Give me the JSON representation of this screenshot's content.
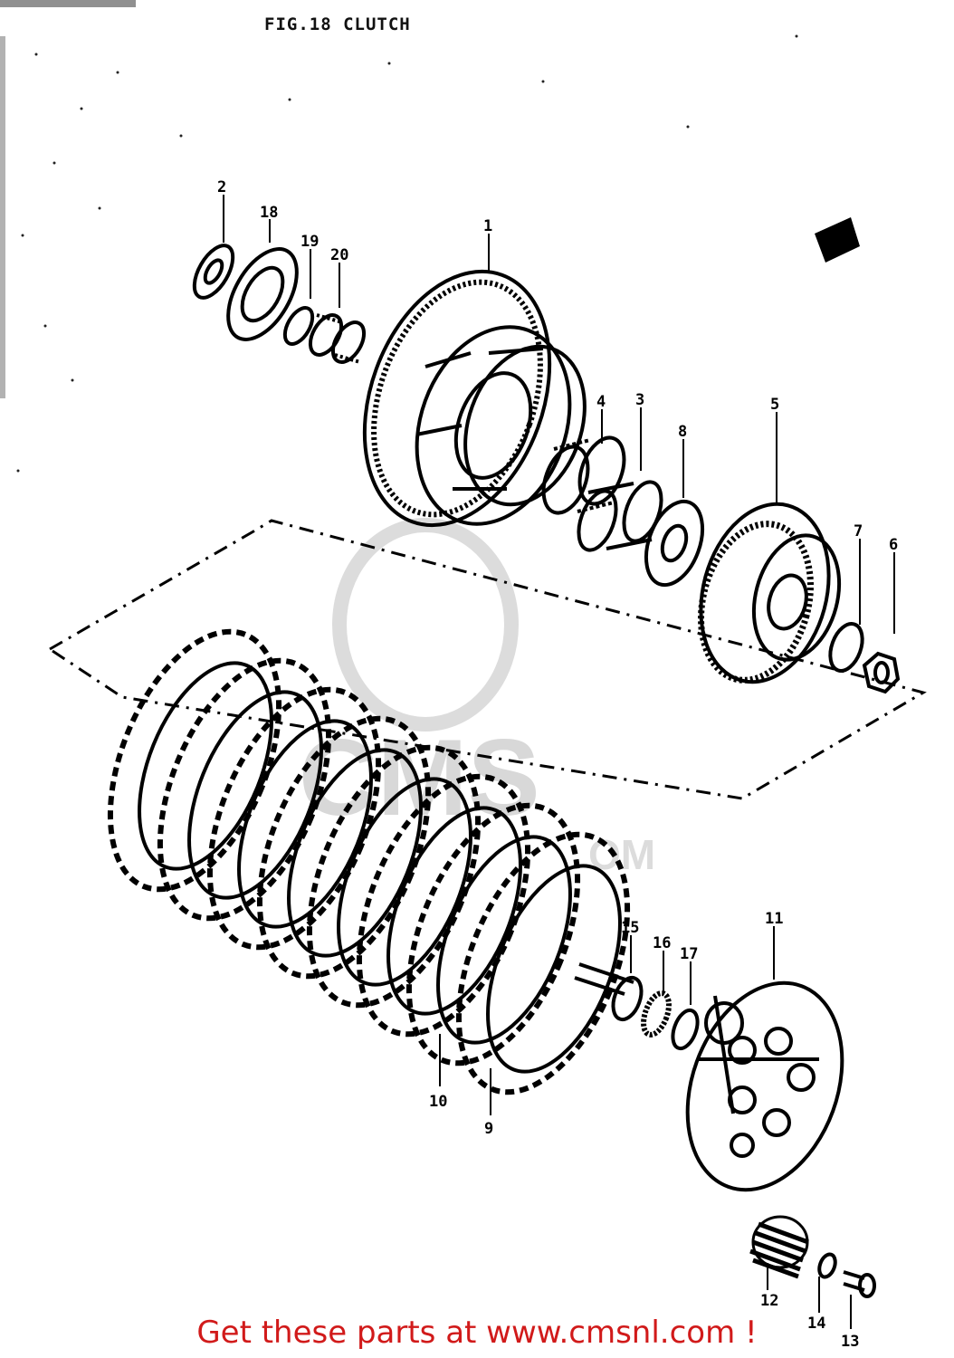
{
  "header": {
    "figure_title": "FIG.18  CLUTCH",
    "corner_code": ""
  },
  "watermark": {
    "text": "CMS",
    "suffix": "OM"
  },
  "callouts": [
    "1",
    "2",
    "3",
    "4",
    "5",
    "6",
    "7",
    "8",
    "9",
    "10",
    "11",
    "12",
    "13",
    "14",
    "15",
    "16",
    "17",
    "18",
    "19",
    "20"
  ],
  "footer": {
    "text": "Get these parts at www.cmsnl.com !"
  },
  "colors": {
    "ink": "#000000",
    "footer_red": "#d11a1a",
    "watermark_gray": "#d8d8d8"
  }
}
